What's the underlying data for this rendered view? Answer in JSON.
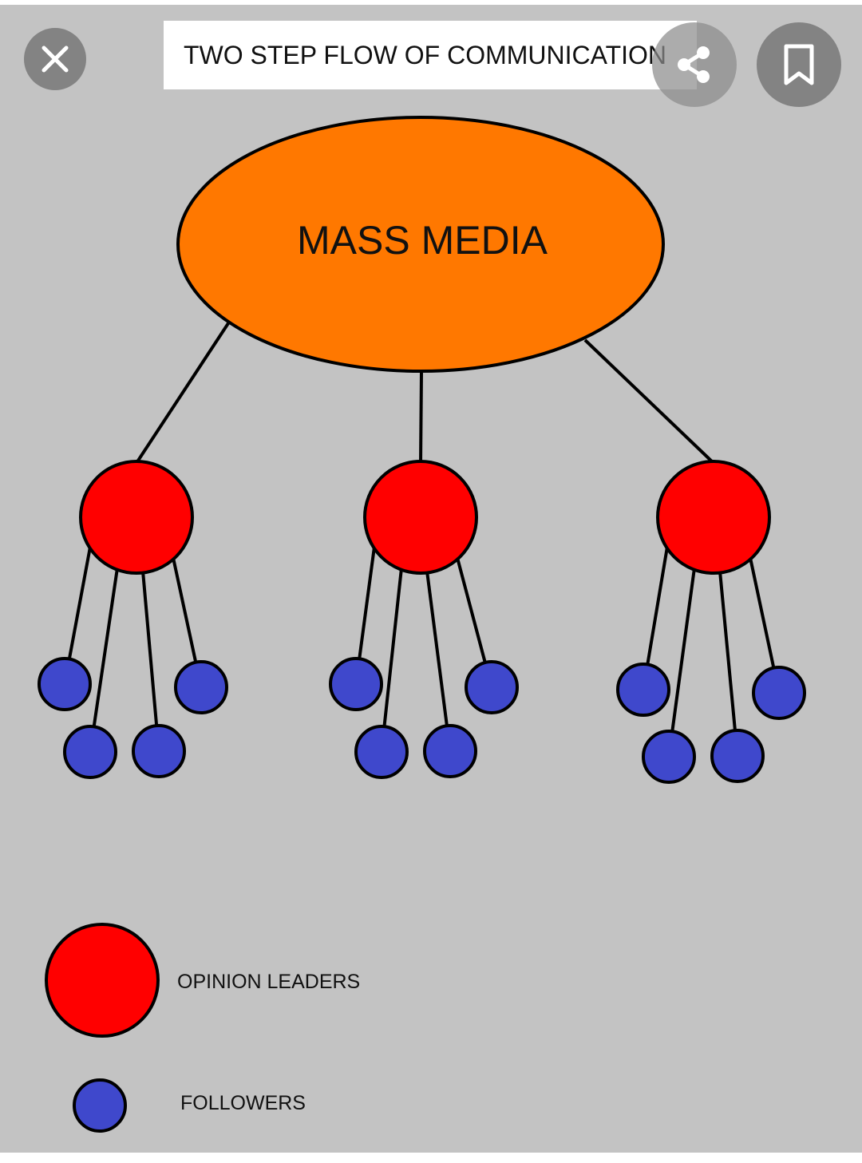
{
  "diagram": {
    "title": "TWO STEP FLOW OF COMMUNICATION",
    "root_label": "MASS MEDIA",
    "legend": {
      "leaders_label": "OPINION LEADERS",
      "followers_label": "FOLLOWERS"
    }
  },
  "structure": {
    "opinion_leader_count": 3,
    "followers_per_leader": 4
  },
  "colors": {
    "background": "#c3c3c3",
    "mass_media": "#ff7800",
    "opinion_leader": "#ff0000",
    "follower": "#3f48cc",
    "stroke": "#000000",
    "title_box": "#ffffff"
  },
  "icons": {
    "close": "close-icon",
    "share": "share-icon",
    "bookmark": "bookmark-icon"
  }
}
